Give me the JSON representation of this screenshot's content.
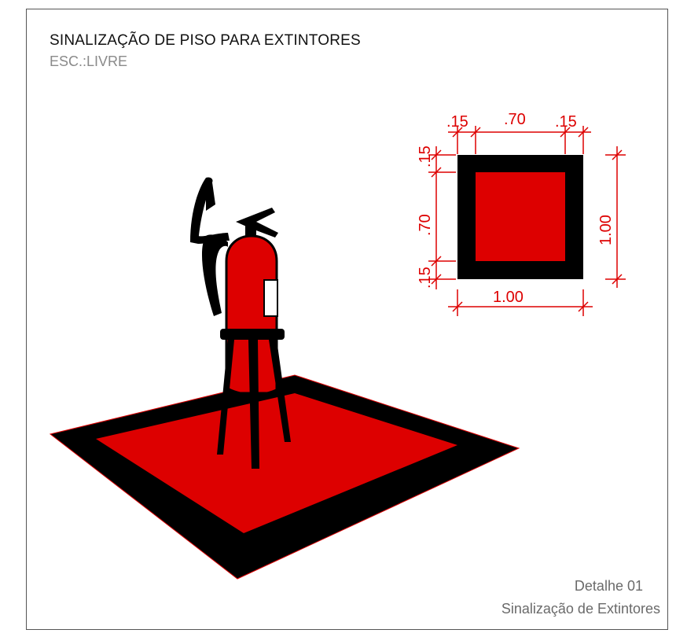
{
  "title": "SINALIZAÇÃO DE PISO PARA EXTINTORES",
  "scale": "ESC.:LIVRE",
  "detail_number": "Detalhe 01",
  "caption": "Sinalização de Extintores",
  "colors": {
    "red": "#dd0000",
    "black": "#000000",
    "dimension": "#dd0000",
    "frame": "#555555"
  },
  "dimensions": {
    "top": [
      ".15",
      ".70",
      ".15"
    ],
    "left": [
      ".15",
      ".70",
      ".15"
    ],
    "right_total": "1.00",
    "bottom_total": "1.00"
  }
}
